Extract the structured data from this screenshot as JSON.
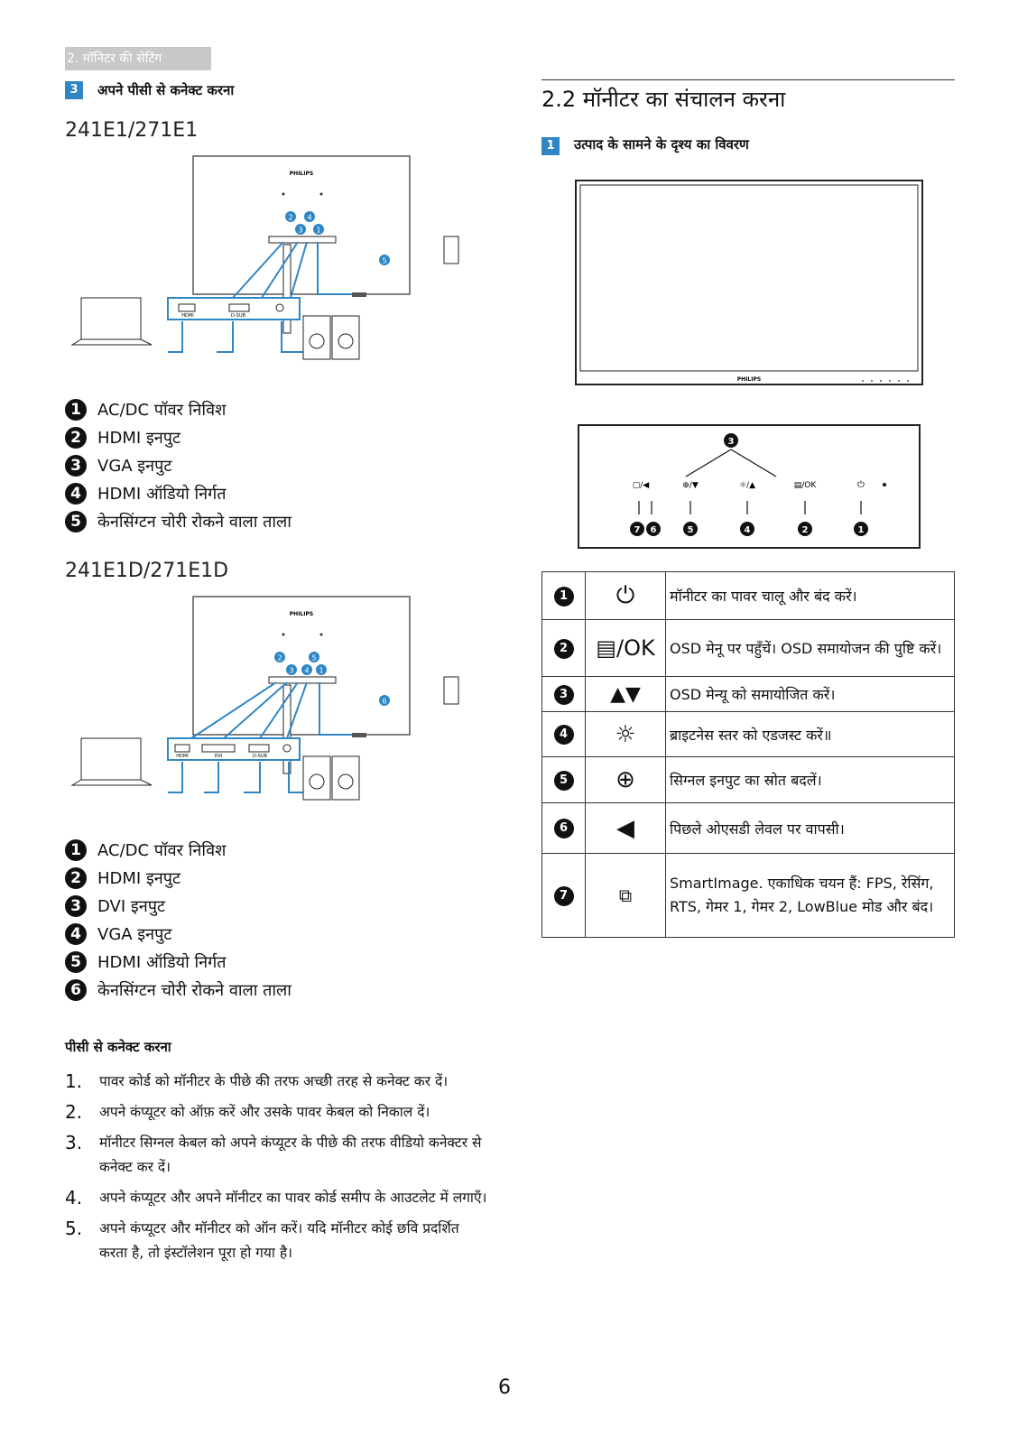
{
  "header_tab": "2. मॉनिटर की सेटिंग",
  "left": {
    "section_num": "3",
    "section_title": "अपने पीसी से कनेक्ट करना",
    "model1": "241E1/271E1",
    "model1_legend": [
      {
        "n": "1",
        "text": "AC/DC पॉवर निविश"
      },
      {
        "n": "2",
        "text": "HDMI इनपुट"
      },
      {
        "n": "3",
        "text": "VGA इनपुट"
      },
      {
        "n": "4",
        "text": "HDMI ऑडियो निर्गत"
      },
      {
        "n": "5",
        "text": "केनसिंग्टन चोरी रोकने वाला ताला"
      }
    ],
    "model2": "241E1D/271E1D",
    "model2_legend": [
      {
        "n": "1",
        "text": "AC/DC पॉवर निविश"
      },
      {
        "n": "2",
        "text": "HDMI इनपुट"
      },
      {
        "n": "3",
        "text": "DVI इनपुट"
      },
      {
        "n": "4",
        "text": "VGA इनपुट"
      },
      {
        "n": "5",
        "text": "HDMI ऑडियो निर्गत"
      },
      {
        "n": "6",
        "text": "केनसिंग्टन चोरी रोकने वाला ताला"
      }
    ],
    "connect_title": "पीसी से कनेक्ट करना",
    "steps": [
      {
        "n": "1.",
        "text": "पावर कोर्ड को मॉनीटर के पीछे की तरफ अच्छी तरह से कनेक्ट कर दें।"
      },
      {
        "n": "2.",
        "text": "अपने कंप्यूटर को ऑफ़ करें और उसके पावर केबल को निकाल दें।"
      },
      {
        "n": "3.",
        "text": "मॉनीटर सिग्नल केबल को अपने कंप्यूटर के पीछे की तरफ वीडियो कनेक्टर से कनेक्ट कर दें।"
      },
      {
        "n": "4.",
        "text": "अपने कंप्यूटर और अपने मॉनीटर का पावर कोर्ड समीप के आउटलेट में लगाएँ।"
      },
      {
        "n": "5.",
        "text": "अपने कंप्यूटर और मॉनीटर को ऑन करें। यदि मॉनीटर कोई छवि प्रदर्शित करता है, तो इंस्टॉलेशन पूरा हो गया है।"
      }
    ],
    "brand": "PHILIPS",
    "port_labels1": [
      "HDMI",
      "D-SUB"
    ],
    "port_labels2": [
      "HDMI",
      "DVI",
      "D-SUB"
    ]
  },
  "right": {
    "heading": "2.2 मॉनीटर का संचालन करना",
    "section_num": "1",
    "section_title": "उत्पाद के सामने के दृश्य का विवरण",
    "brand": "PHILIPS",
    "key_ok_label": "/OK",
    "rows": [
      {
        "n": "1",
        "icon": "power-icon",
        "text": "मॉनीटर का पावर चालू और बंद करें।"
      },
      {
        "n": "2",
        "icon": "menu-ok-icon",
        "text": "OSD मेनू पर पहुँचें। OSD समायोजन की पुष्टि करें।"
      },
      {
        "n": "3",
        "icon": "up-down-icon",
        "text": "OSD मेन्यू को समायोजित करें।"
      },
      {
        "n": "4",
        "icon": "brightness-icon",
        "text": "ब्राइटनेस स्तर को एडजस्ट करें॥"
      },
      {
        "n": "5",
        "icon": "input-icon",
        "text": "सिग्नल इनपुट का स्रोत बदलें।"
      },
      {
        "n": "6",
        "icon": "back-icon",
        "text": "पिछले ओएसडी लेवल पर वापसी।"
      },
      {
        "n": "7",
        "icon": "smartimage-icon",
        "text": "SmartImage. एकाधिक चयन हैं: FPS, रेसिंग, RTS, गेमर 1, गेमर 2, LowBlue मोड और बंद।"
      }
    ]
  },
  "page_number": "6"
}
